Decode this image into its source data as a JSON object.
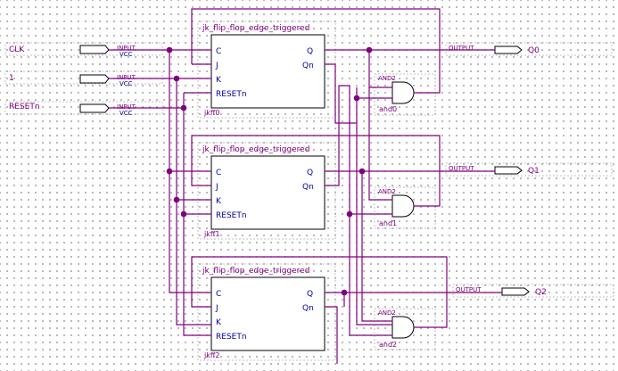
{
  "inputs": [
    {
      "name": "CLK",
      "kind": "INPUT",
      "vcc": "VCC"
    },
    {
      "name": "1",
      "kind": "INPUT",
      "vcc": "VCC"
    },
    {
      "name": "RESETn",
      "kind": "INPUT",
      "vcc": "VCC"
    }
  ],
  "flip_flops": [
    {
      "type": "jk_flip_flop_edge_triggered",
      "instance": "jkff0",
      "pins_left": [
        "C",
        "J",
        "K",
        "RESETn"
      ],
      "pins_right": [
        "Q",
        "Qn"
      ]
    },
    {
      "type": "jk_flip_flop_edge_triggered",
      "instance": "jkff1",
      "pins_left": [
        "C",
        "J",
        "K",
        "RESETn"
      ],
      "pins_right": [
        "Q",
        "Qn"
      ]
    },
    {
      "type": "jk_flip_flop_edge_triggered",
      "instance": "jkff2",
      "pins_left": [
        "C",
        "J",
        "K",
        "RESETn"
      ],
      "pins_right": [
        "Q",
        "Qn"
      ]
    }
  ],
  "gates": [
    {
      "type": "AND2",
      "instance": "and0"
    },
    {
      "type": "AND2",
      "instance": "and1"
    },
    {
      "type": "AND2",
      "instance": "and2"
    }
  ],
  "outputs": [
    {
      "kind": "OUTPUT",
      "name": "Q0"
    },
    {
      "kind": "OUTPUT",
      "name": "Q1"
    },
    {
      "kind": "OUTPUT",
      "name": "Q2"
    }
  ],
  "colors": {
    "wire": "#800080",
    "pin_text": "#0000a8",
    "body": "#000000",
    "grid_dot": "#7a7a7a"
  }
}
